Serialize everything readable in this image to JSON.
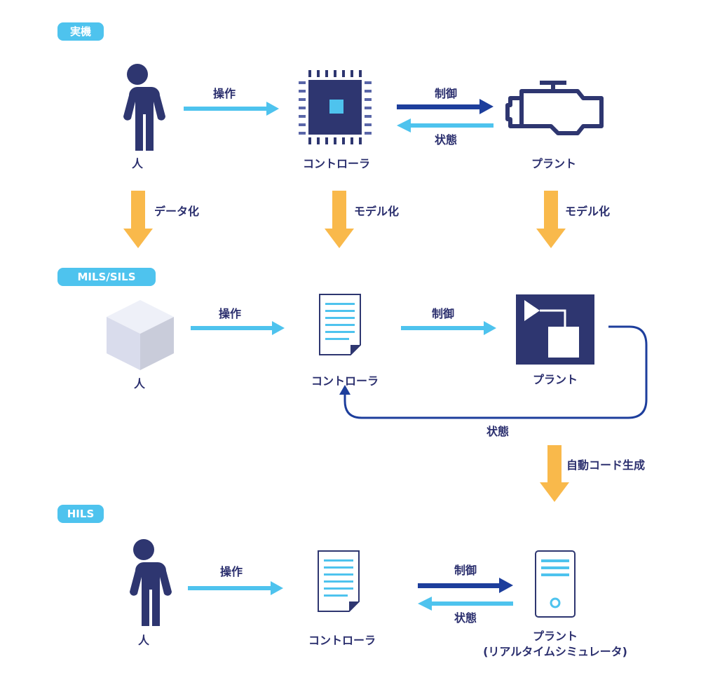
{
  "sections": {
    "real": "実機",
    "mils": "MILS/SILS",
    "hils": "HILS"
  },
  "real": {
    "person": "人",
    "controller": "コントローラ",
    "plant": "プラント",
    "operate": "操作",
    "control": "制御",
    "state": "状態"
  },
  "transitions": {
    "person": "データ化",
    "controller": "モデル化",
    "plant": "モデル化",
    "codegen": "自動コード生成"
  },
  "mils": {
    "person": "人",
    "controller": "コントローラ",
    "plant": "プラント",
    "operate": "操作",
    "control": "制御",
    "state": "状態"
  },
  "hils": {
    "person": "人",
    "controller": "コントローラ",
    "plant": "プラント",
    "plant_sub": "(リアルタイムシミュレータ)",
    "operate": "操作",
    "control": "制御",
    "state": "状態"
  },
  "colors": {
    "navy": "#2e3670",
    "light_blue": "#4ec3ee",
    "dark_blue": "#1d3e9c",
    "orange": "#f9b94b"
  },
  "icons": {
    "person": "person-icon",
    "chip": "chip-icon",
    "engine": "engine-icon",
    "cube": "cube-icon",
    "document": "document-icon",
    "block": "block-diagram-icon",
    "server": "server-icon"
  }
}
